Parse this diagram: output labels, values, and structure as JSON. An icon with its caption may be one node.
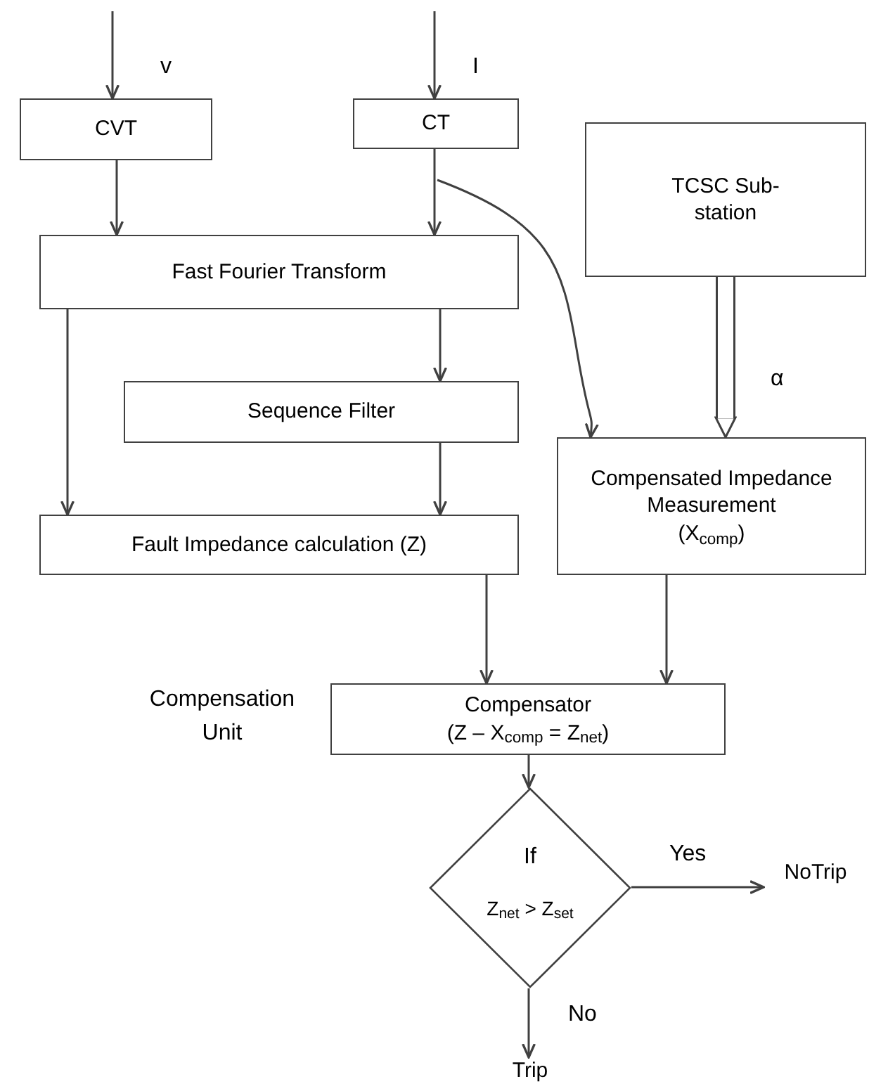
{
  "diagram": {
    "nodes": [
      {
        "text": [
          "CVT"
        ]
      },
      {
        "text": [
          "CT"
        ]
      },
      {
        "text": [
          "TCSC Sub-station"
        ]
      },
      {
        "text": [
          "Fast Fourier Transform"
        ]
      },
      {
        "text": [
          "Sequence Filter"
        ]
      },
      {
        "text": [
          "Compensated Impedance Measurement",
          "(X$_{comp}$)"
        ]
      },
      {
        "text": [
          "Fault Impedance calculation (Z)"
        ]
      },
      {
        "text": [
          "Compensator",
          "(Z – X$_{comp}$ = Z$_{net}$)"
        ],
        "beside": [
          "Compensation Unit"
        ]
      },
      {
        "text": [
          "If",
          "Z$_{net}$ > Z$_{set}$"
        ]
      },
      {
        "text": [
          "NoTrip"
        ]
      },
      {
        "text": [
          "Trip"
        ]
      }
    ],
    "edges": [
      {
        "from": null,
        "to": 0,
        "arrow": "to",
        "label": "v"
      },
      {
        "from": null,
        "to": 1,
        "arrow": "to",
        "label": "I"
      },
      {
        "from": 0,
        "to": 3,
        "arrow": "to"
      },
      {
        "from": 1,
        "to": 3,
        "arrow": "to"
      },
      {
        "from": 1,
        "to": 5,
        "arrow": "to"
      },
      {
        "from": 2,
        "to": 5,
        "arrow": "to",
        "style": "thick",
        "label": "α"
      },
      {
        "from": 3,
        "to": 6,
        "arrow": "to"
      },
      {
        "from": 3,
        "to": 4,
        "arrow": "to"
      },
      {
        "from": 4,
        "to": 6,
        "arrow": "to"
      },
      {
        "from": 6,
        "to": 7,
        "arrow": "to"
      },
      {
        "from": 5,
        "to": 7,
        "arrow": "to"
      },
      {
        "from": 7,
        "to": 8,
        "arrow": "to"
      },
      {
        "from": 8,
        "to": 9,
        "arrow": "to",
        "label": "Yes"
      },
      {
        "from": 8,
        "to": 10,
        "arrow": "to",
        "label": "No"
      }
    ]
  }
}
